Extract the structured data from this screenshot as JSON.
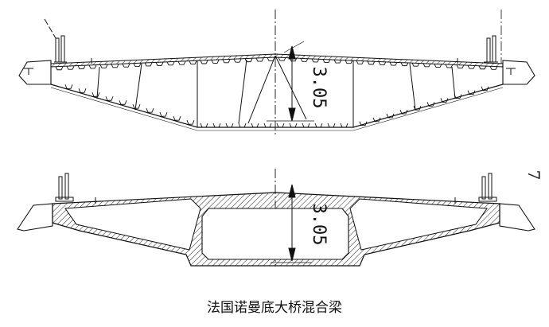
{
  "figure": {
    "caption": "法国诺曼底大桥混合梁",
    "upper_section": {
      "dimension_label": "3.05"
    },
    "lower_section": {
      "dimension_label": "3.05"
    },
    "side_mark": "7"
  }
}
